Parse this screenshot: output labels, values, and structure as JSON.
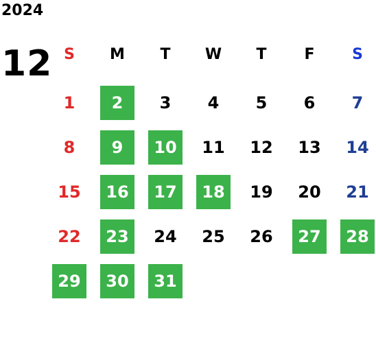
{
  "year": "2024",
  "month": "12",
  "weekdays": [
    "S",
    "M",
    "T",
    "W",
    "T",
    "F",
    "S"
  ],
  "colors": {
    "highlight": "#3cb24a",
    "sunday": "#e02a2a",
    "saturday_header": "#1a3ad6",
    "saturday_day": "#1f3f94",
    "text": "#000000"
  },
  "weeks": [
    [
      {
        "d": "1",
        "hl": false
      },
      {
        "d": "2",
        "hl": true
      },
      {
        "d": "3",
        "hl": false
      },
      {
        "d": "4",
        "hl": false
      },
      {
        "d": "5",
        "hl": false
      },
      {
        "d": "6",
        "hl": false
      },
      {
        "d": "7",
        "hl": false
      }
    ],
    [
      {
        "d": "8",
        "hl": false
      },
      {
        "d": "9",
        "hl": true
      },
      {
        "d": "10",
        "hl": true
      },
      {
        "d": "11",
        "hl": false
      },
      {
        "d": "12",
        "hl": false
      },
      {
        "d": "13",
        "hl": false
      },
      {
        "d": "14",
        "hl": false
      }
    ],
    [
      {
        "d": "15",
        "hl": false
      },
      {
        "d": "16",
        "hl": true
      },
      {
        "d": "17",
        "hl": true
      },
      {
        "d": "18",
        "hl": true
      },
      {
        "d": "19",
        "hl": false
      },
      {
        "d": "20",
        "hl": false
      },
      {
        "d": "21",
        "hl": false
      }
    ],
    [
      {
        "d": "22",
        "hl": false
      },
      {
        "d": "23",
        "hl": true
      },
      {
        "d": "24",
        "hl": false
      },
      {
        "d": "25",
        "hl": false
      },
      {
        "d": "26",
        "hl": false
      },
      {
        "d": "27",
        "hl": true
      },
      {
        "d": "28",
        "hl": true
      }
    ],
    [
      {
        "d": "29",
        "hl": true
      },
      {
        "d": "30",
        "hl": true
      },
      {
        "d": "31",
        "hl": true
      }
    ]
  ]
}
